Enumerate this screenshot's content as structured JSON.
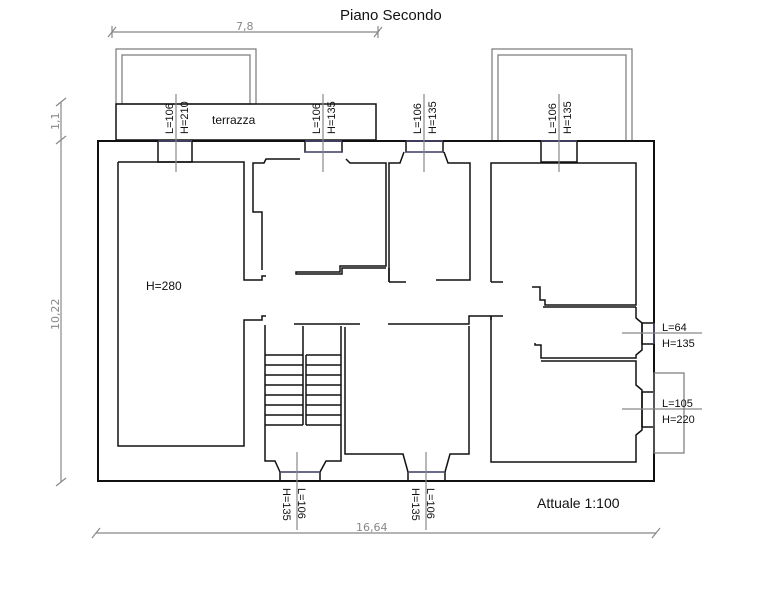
{
  "title": "Piano Secondo",
  "scale_label": "Attuale 1:100",
  "terrace_label": "terrazza",
  "room_height_label": "H=280",
  "dimensions": {
    "top_width": "7,8",
    "terrace_depth": "1,1",
    "total_depth": "10,22",
    "total_width": "16,64"
  },
  "openings": {
    "top_1": {
      "l": "L=106",
      "h": "H=210"
    },
    "top_2": {
      "l": "L=106",
      "h": "H=135"
    },
    "top_3": {
      "l": "L=106",
      "h": "H=135"
    },
    "top_4": {
      "l": "L=106",
      "h": "H=135"
    },
    "bottom_1": {
      "l": "L=106",
      "h": "H=135"
    },
    "bottom_2": {
      "l": "L=106",
      "h": "H=135"
    },
    "right_1": {
      "l": "L=64",
      "h": "H=135"
    },
    "right_2": {
      "l": "L=105",
      "h": "H=220"
    }
  }
}
